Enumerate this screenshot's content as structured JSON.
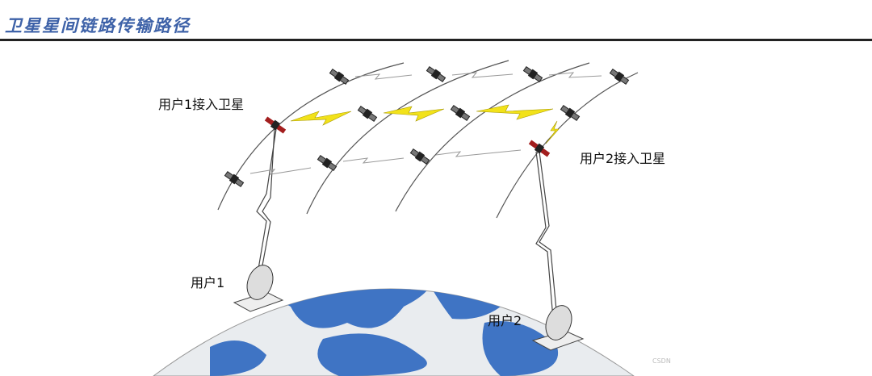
{
  "title": "卫星星间链路传输路径",
  "labels": {
    "user1_access_sat": "用户1接入卫星",
    "user2_access_sat": "用户2接入卫星",
    "user1": "用户1",
    "user2": "用户2"
  },
  "watermark": "CSDN",
  "colors": {
    "title": "#3e62a8",
    "ocean": "#3f74c4",
    "link": "#f2e21a",
    "access_sat": "#a31e1e"
  }
}
